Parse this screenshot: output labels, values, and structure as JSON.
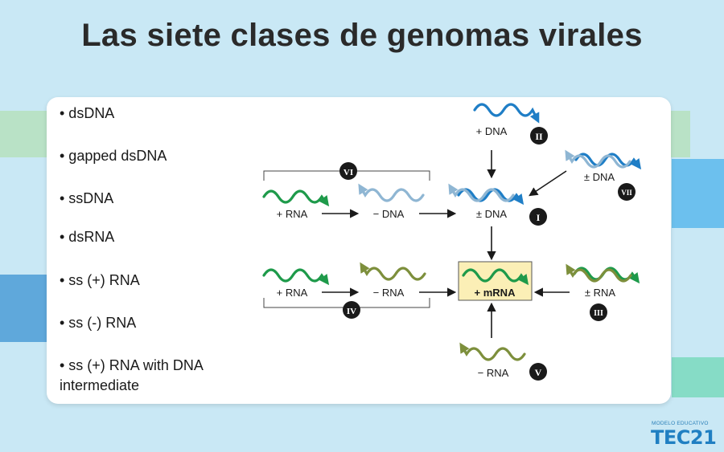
{
  "title": "Las siete clases de genomas virales",
  "genome_list": [
    "• dsDNA",
    "• gapped dsDNA",
    "• ssDNA",
    "• dsRNA",
    "• ss (+) RNA",
    "• ss (-) RNA",
    "• ss (+) RNA with DNA\nintermediate"
  ],
  "diagram": {
    "labels": {
      "plus_dna": "+ DNA",
      "plus_rna_top": "+ RNA",
      "minus_dna": "− DNA",
      "pm_dna_center": "± DNA",
      "pm_dna_side": "± DNA",
      "plus_rna_bottom": "+ RNA",
      "minus_rna_mid": "− RNA",
      "mrna": "+ mRNA",
      "pm_rna": "± RNA",
      "minus_rna_bottom": "− RNA"
    },
    "classes": {
      "I": "I",
      "II": "II",
      "III": "III",
      "IV": "IV",
      "V": "V",
      "VI": "VI",
      "VII": "VII"
    }
  },
  "colors": {
    "background": "#c9e8f5",
    "dna_blue": "#1f7ec6",
    "dna_light": "#8fb6d3",
    "rna_green": "#1e9a4a",
    "rna_olive": "#7d8f3c",
    "mrna_box": "#fbefb6",
    "badge": "#1a1a1a"
  },
  "logo": {
    "tagline": "MODELO EDUCATIVO",
    "brand": "TEC21"
  }
}
